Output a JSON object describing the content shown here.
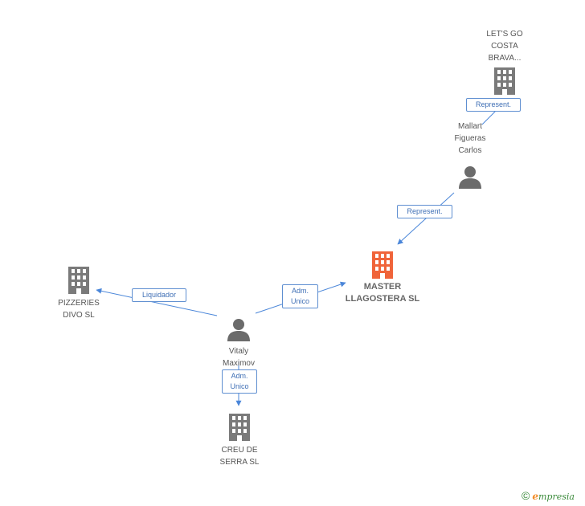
{
  "colors": {
    "edge": "#4a86d9",
    "company": "#7a7a7a",
    "main_company": "#f0643a",
    "person": "#6b6b6b"
  },
  "nodes": {
    "letsgo": {
      "label": "LET'S GO COSTA BRAVA...",
      "lines": [
        "LET'S GO",
        "COSTA",
        "BRAVA..."
      ],
      "icon": "building-icon"
    },
    "mallart": {
      "label": "Mallart Figueras Carlos",
      "lines": [
        "Mallart",
        "Figueras",
        "Carlos"
      ],
      "icon": "person-icon"
    },
    "master": {
      "label": "MASTER LLAGOSTERA SL",
      "lines": [
        "MASTER",
        "LLAGOSTERA SL"
      ],
      "icon": "building-icon"
    },
    "pizzeries": {
      "label": "PIZZERIES DIVO SL",
      "lines": [
        "PIZZERIES",
        "DIVO SL"
      ],
      "icon": "building-icon"
    },
    "vitaly": {
      "label": "Vitaly Maximov",
      "lines": [
        "Vitaly",
        "Maximov"
      ],
      "icon": "person-icon"
    },
    "creu": {
      "label": "CREU DE SERRA SL",
      "lines": [
        "CREU DE",
        "SERRA SL"
      ],
      "icon": "building-icon"
    }
  },
  "edges": {
    "e1": {
      "lines": [
        "Represent."
      ]
    },
    "e2": {
      "lines": [
        "Represent."
      ]
    },
    "e3": {
      "lines": [
        "Liquidador"
      ]
    },
    "e4": {
      "lines": [
        "Adm.",
        "Unico"
      ]
    },
    "e5": {
      "lines": [
        "Adm.",
        "Unico"
      ]
    }
  },
  "brand": {
    "copyright": "©",
    "initial": "e",
    "rest": "mpresia"
  }
}
